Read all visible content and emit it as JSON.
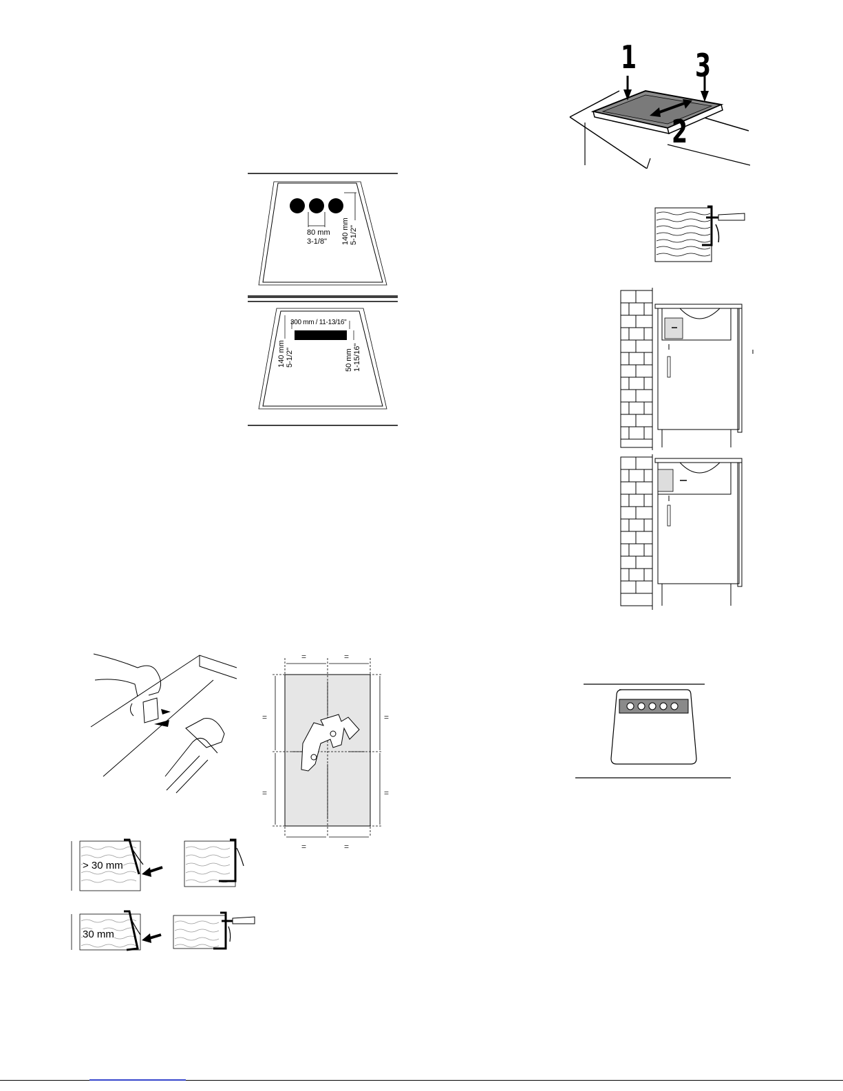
{
  "figure_install_steps": {
    "step1": "1",
    "step2": "2",
    "step3": "3"
  },
  "figure_burner_holes": {
    "hole_spacing_mm": "80 mm",
    "hole_spacing_in": "3-1/8\"",
    "depth_mm": "140 mm",
    "depth_in": "5-1/2\""
  },
  "figure_cutout_slot": {
    "width_label": "300 mm / 11-13/16\"",
    "depth_mm": "140 mm",
    "depth_in": "5-1/2\"",
    "height_mm": "50 mm",
    "height_in": "1-15/16\""
  },
  "figure_clip_template": {
    "equal_sign": "="
  },
  "figure_worktop_thickness": {
    "thick_label": "> 30 mm",
    "thin_label": "30 mm"
  },
  "colors": {
    "line": "#000000",
    "template_fill": "#e6e6e6",
    "panel_fill": "#8a8a8a",
    "footer_link": "#3344cc"
  }
}
